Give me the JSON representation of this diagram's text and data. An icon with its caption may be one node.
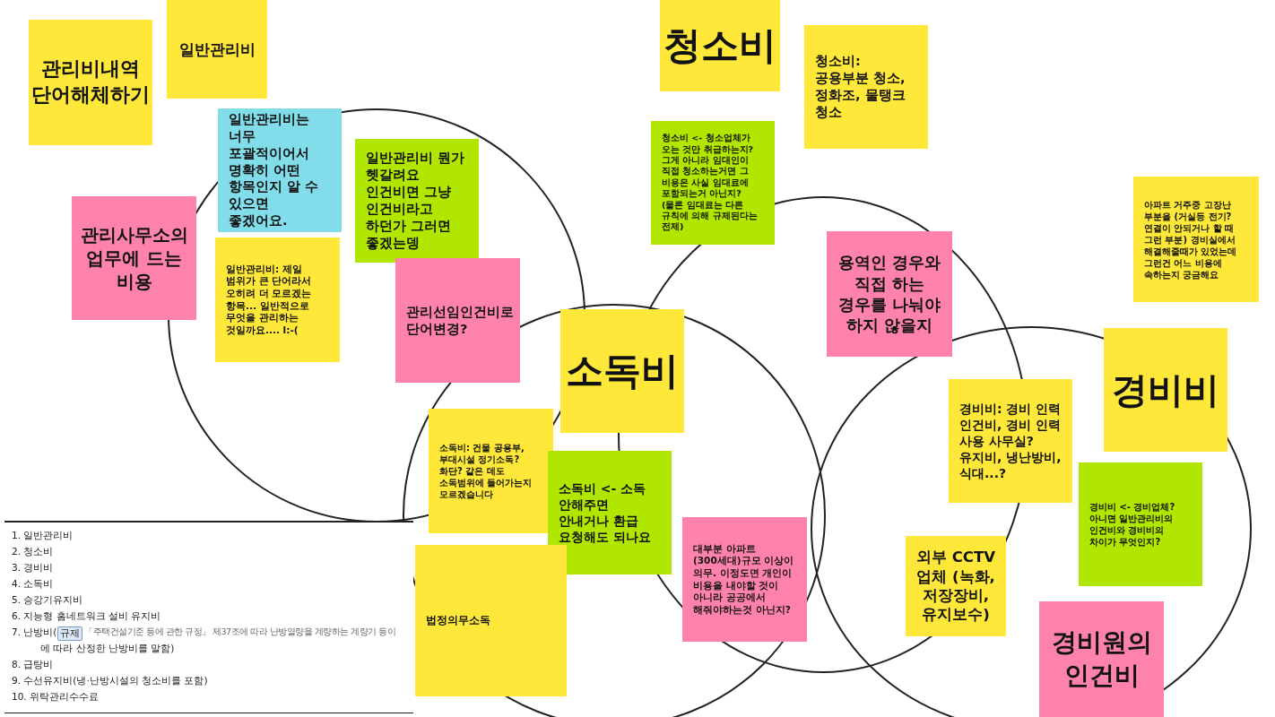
{
  "diagram": {
    "nodes": [
      {
        "text": [
          "관리비내역 단어해체하기"
        ]
      },
      {
        "text": [
          "일반관리비"
        ]
      },
      {
        "text": [
          "일반관리비는 너무 포괄적이어서 명확히 어떤 항목인지 알 수 있으면 좋겠어요."
        ]
      },
      {
        "text": [
          "관리사무소의 업무에 드는 비용"
        ]
      },
      {
        "text": [
          "일반관리비 뭔가 헷갈려요 인건비면 그냥 인건비라고 하던가 그러면 좋겠는뎅"
        ]
      },
      {
        "text": [
          "일반관리비: 제일 범위가 큰 단어라서 오히려 더 모르겠는 항목... 일반적으로 무엇을 관리하는 것일까요.... l:-("
        ]
      },
      {
        "text": [
          "관리선임인건비로 단어변경?"
        ]
      },
      {
        "text": [
          "청소비"
        ]
      },
      {
        "text": [
          "청소비: 공용부분 청소, 정화조, 물탱크 청소"
        ]
      },
      {
        "text": [
          "청소비 <- 청소업체가 오는 것만 취급하는지? 그게 아니라 임대인이 직접 청소하는거면 그 비용은 사실 임대료에 포함되는거 아닌지? (물론 임대료는 다른 규칙에 의해 규제된다는 전제)"
        ]
      },
      {
        "text": [
          "아파트 거주중 고장난 부분을 (거실등 전기? 연결이 안되거나 할 때 그런 부분) 경비실에서 해결해줄때가 있었는데 그런건 어느 비용에 속하는지 궁금해요"
        ]
      },
      {
        "text": [
          "용역인 경우와 직접 하는 경우를 나눠야 하지 않을지"
        ]
      },
      {
        "text": [
          "소독비"
        ]
      },
      {
        "text": [
          "경비비"
        ]
      },
      {
        "text": [
          "경비비: 경비 인력 인건비, 경비 인력 사용 사무실? 유지비, 냉난방비, 식대...?"
        ]
      },
      {
        "text": [
          "소독비: 건물 공용부, 부대시설 정기소독? 화단? 같은 데도 소독범위에 들어가는지 모르겠습니다"
        ]
      },
      {
        "text": [
          "소독비 <- 소독 안해주면 안내거나 환급 요청해도 되나요"
        ]
      },
      {
        "text": [
          "경비비 <- 경비업체? 아니면 일반관리비의 인건비와 경비비의 차이가 무엇인지?"
        ]
      },
      {
        "text": [
          "대부분 아파트(300세대)규모 이상이 의무. 이정도면 개인이 비용을 내야할 것이 아니라 공공에서 해줘야하는것 아닌지?"
        ]
      },
      {
        "text": [
          "외부 CCTV 업체 (녹화, 저장장비, 유지보수)"
        ]
      },
      {
        "text": [
          "법정의무소독"
        ]
      },
      {
        "text": [
          "경비원의 인건비"
        ]
      }
    ],
    "edges": [],
    "labels": [
      "1. 일반관리비",
      "2. 청소비",
      "3. 경비비",
      "4. 소독비",
      "5. 승강기유지비",
      "6. 지능형 홈네트워크 설비 유지비",
      "7. 난방비(",
      "규제",
      "「주택건설기준 등에 관한 규정」 제37조에 따라 난방열량을 계량하는 계량기 등이",
      "에 따라 산정한 난방비를 말함)",
      "8. 급탕비",
      "9. 수선유지비(냉·난방시설의 청소비를 포함)",
      "10. 위탁관리수수료"
    ]
  }
}
